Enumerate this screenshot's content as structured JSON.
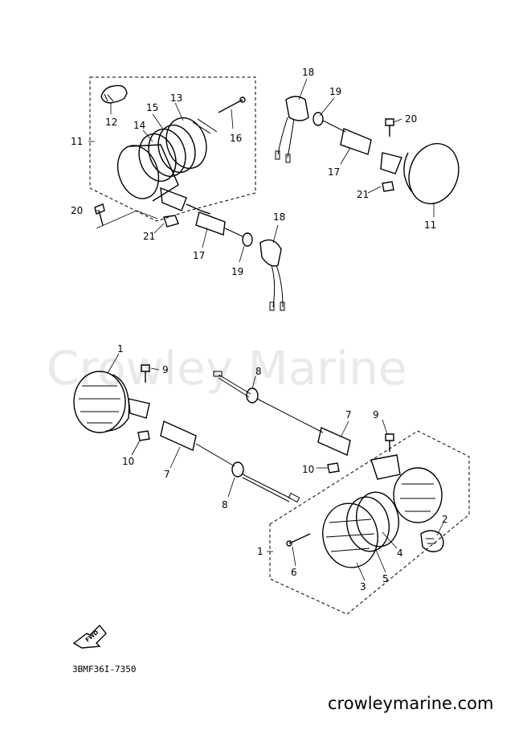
{
  "watermark": "Crowley Marine",
  "site_footer": "crowleymarine.com",
  "diagram_code": "3BMF36I-7350",
  "fwd_label": "FWD",
  "callouts": {
    "c11_a": "11",
    "c12": "12",
    "c13": "13",
    "c14": "14",
    "c15": "15",
    "c16": "16",
    "c20_a": "20",
    "c21_a": "21",
    "c17_a": "17",
    "c19_a": "19",
    "c18_a": "18",
    "c18_b": "18",
    "c19_b": "19",
    "c20_b": "20",
    "c17_b": "17",
    "c21_b": "21",
    "c11_b": "11",
    "c1_a": "1",
    "c9_a": "9",
    "c8_a": "8",
    "c7_a": "7",
    "c9_b": "9",
    "c10_a": "10",
    "c7_b": "7",
    "c10_b": "10",
    "c8_b": "8",
    "c2": "2",
    "c1_b": "1",
    "c4": "4",
    "c6": "6",
    "c3": "3",
    "c5": "5"
  }
}
